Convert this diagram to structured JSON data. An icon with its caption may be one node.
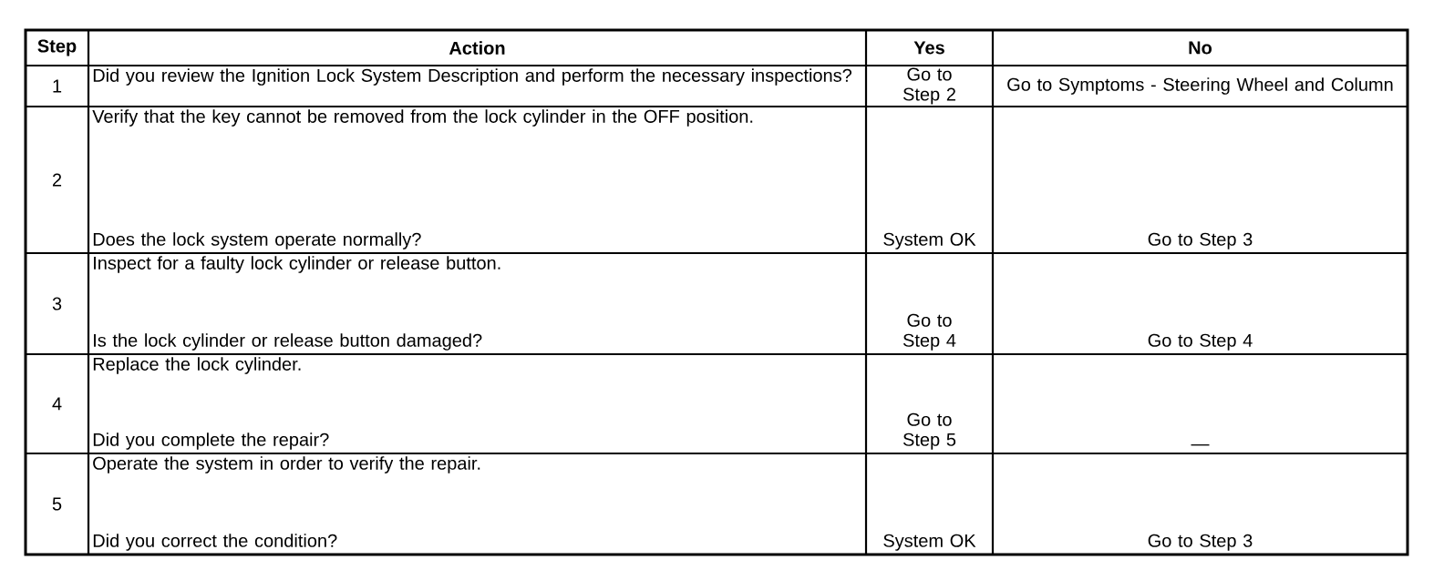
{
  "diagram": {
    "labels": [
      "Step",
      "Action",
      "Yes",
      "No",
      "1",
      "Did you review the Ignition Lock System Description and perform the necessary inspections?",
      "Go to Step 2",
      "Go to Symptoms - Steering Wheel and Column",
      "2",
      "Verify that the key cannot be removed from the lock cylinder in the OFF position.",
      "Does the lock system operate normally?",
      "System OK",
      "Go to Step 3",
      "3",
      "Inspect for a faulty lock cylinder or release button.",
      "Is the lock cylinder or release button damaged?",
      "Go to Step 4",
      "Go to Step 4",
      "4",
      "Replace the lock cylinder.",
      "Did you complete the repair?",
      "Go to Step 5",
      "—",
      "5",
      "Operate the system in order to verify the repair.",
      "Did you correct the condition?",
      "System OK",
      "Go to Step 3"
    ]
  }
}
